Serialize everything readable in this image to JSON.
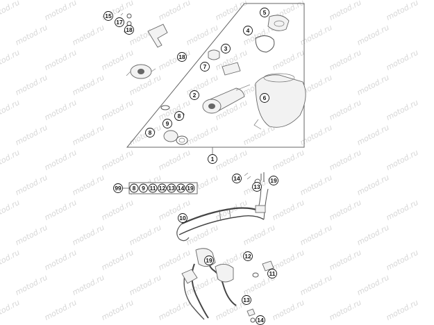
{
  "watermark": "motod.ru",
  "callouts": {
    "c1": "1",
    "c2": "2",
    "c3": "3",
    "c4": "4",
    "c5": "5",
    "c6": "6",
    "c7": "7",
    "c8a": "8",
    "c8b": "8",
    "c9": "9",
    "c10": "10",
    "c11": "11",
    "c12": "12",
    "c13a": "13",
    "c13b": "13",
    "c14a": "14",
    "c14b": "14",
    "c15": "15",
    "c17": "17",
    "c18a": "18",
    "c18b": "18",
    "c19a": "19",
    "c19b": "19",
    "c99": "99"
  },
  "kit_99": [
    "8",
    "9",
    "11",
    "12",
    "13",
    "14",
    "19"
  ]
}
